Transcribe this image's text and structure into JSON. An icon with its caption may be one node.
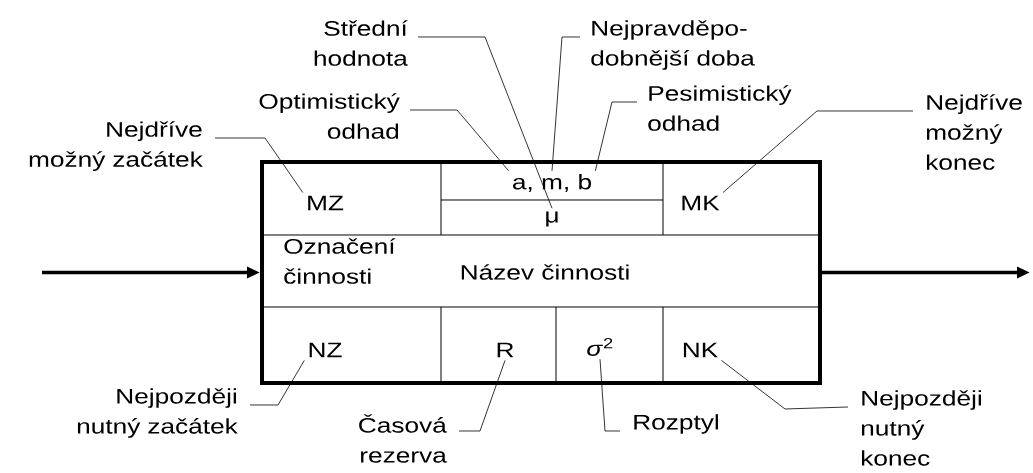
{
  "diagram": {
    "nodes": [
      {
        "text": [],
        "shape": "box"
      },
      {
        "text": [
          "MZ"
        ],
        "in": 0
      },
      {
        "text": [
          "a, m, b"
        ],
        "in": 0
      },
      {
        "text": [
          "μ"
        ],
        "in": 0
      },
      {
        "text": [
          "MK"
        ],
        "in": 0
      },
      {
        "text": [
          "Označení činnosti"
        ],
        "in": 0
      },
      {
        "text": [
          "Název činnosti"
        ],
        "in": 0
      },
      {
        "text": [
          "NZ"
        ],
        "in": 0
      },
      {
        "text": [
          "R"
        ],
        "in": 0
      },
      {
        "text": [
          "*σ*$^{2}$"
        ],
        "in": 0
      },
      {
        "text": [
          "NK"
        ],
        "in": 0
      },
      {
        "text": [
          "Střední hodnota"
        ]
      },
      {
        "text": [
          "Nejpravděpo- dobnější doba"
        ]
      },
      {
        "text": [
          "Optimistický odhad"
        ]
      },
      {
        "text": [
          "Pesimistický odhad"
        ]
      },
      {
        "text": [
          "Nejdříve možný začátek"
        ]
      },
      {
        "text": [
          "Nejdříve možný konec"
        ]
      },
      {
        "text": [
          "Nejpozději nutný začátek"
        ]
      },
      {
        "text": [
          "Nejpozději nutný konec"
        ]
      },
      {
        "text": [
          "Časová rezerva"
        ]
      },
      {
        "text": [
          "Rozptyl"
        ]
      }
    ],
    "edges": [
      {
        "from": null,
        "to": 0,
        "arrow": "to",
        "style": "thick"
      },
      {
        "from": 0,
        "to": null,
        "arrow": "to",
        "style": "thick"
      },
      {
        "from": 11,
        "to": 3,
        "arrow": "none"
      },
      {
        "from": 12,
        "to": 2,
        "arrow": "none"
      },
      {
        "from": 13,
        "to": 2,
        "arrow": "none"
      },
      {
        "from": 14,
        "to": 2,
        "arrow": "none"
      },
      {
        "from": 15,
        "to": 1,
        "arrow": "none"
      },
      {
        "from": 16,
        "to": 4,
        "arrow": "none"
      },
      {
        "from": 17,
        "to": 7,
        "arrow": "none"
      },
      {
        "from": 18,
        "to": 10,
        "arrow": "none"
      },
      {
        "from": 19,
        "to": 8,
        "arrow": "none"
      },
      {
        "from": 20,
        "to": 9,
        "arrow": "none"
      }
    ]
  }
}
